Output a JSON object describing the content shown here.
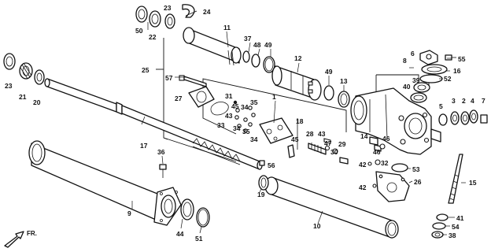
{
  "diagram": {
    "callouts": {
      "c1": "1",
      "c2": "2",
      "c3": "3",
      "c4": "4",
      "c5": "5",
      "c6": "6",
      "c7": "7",
      "c8": "8",
      "c9": "9",
      "c10": "10",
      "c11": "11",
      "c12": "12",
      "c13": "13",
      "c14": "14",
      "c15": "15",
      "c16": "16",
      "c17": "17",
      "c18": "18",
      "c19": "19",
      "c20": "20",
      "c21": "21",
      "c22": "22",
      "c23a": "23",
      "c23b": "23",
      "c24": "24",
      "c25": "25",
      "c26": "26",
      "c27": "27",
      "c28": "28",
      "c29": "29",
      "c30": "30",
      "c31": "31",
      "c32": "32",
      "c33": "33",
      "c34a": "34",
      "c34b": "34",
      "c34c": "34",
      "c35a": "35",
      "c35b": "35",
      "c36": "36",
      "c37": "37",
      "c38": "38",
      "c39": "39",
      "c40": "40",
      "c41": "41",
      "c42a": "42",
      "c42b": "42",
      "c43a": "43",
      "c43b": "43",
      "c44": "44",
      "c45a": "45",
      "c45b": "45",
      "c46a": "46",
      "c46b": "46",
      "c47": "47",
      "c48": "48",
      "c49a": "49",
      "c49b": "49",
      "c50": "50",
      "c51": "51",
      "c52": "52",
      "c53": "53",
      "c54": "54",
      "c55": "55",
      "c56": "56",
      "c57": "57"
    },
    "direction_label": "FR."
  }
}
